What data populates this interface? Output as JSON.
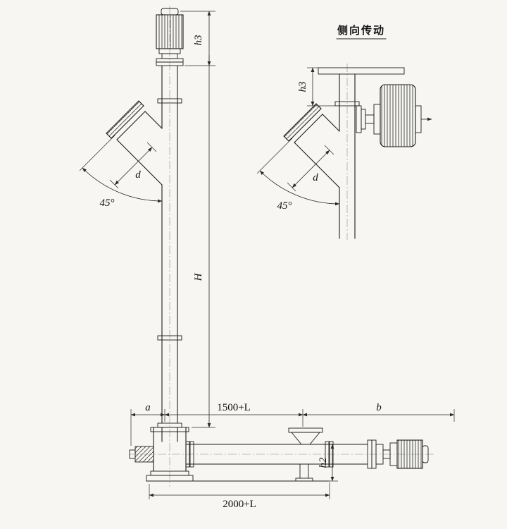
{
  "detail_view": {
    "title": "侧向传动",
    "dims": {
      "h3": "h3",
      "d": "d",
      "angle": "45°"
    }
  },
  "main_view": {
    "dims": {
      "h3": "h3",
      "H": "H",
      "d": "d",
      "angle": "45°",
      "a": "a",
      "len1": "1500+L",
      "b": "b",
      "h2": "h2",
      "len2": "2000+L"
    }
  },
  "colors": {
    "background": "#f7f6f3",
    "line": "#1c1c1c",
    "dim_line": "#2a2a2a"
  }
}
